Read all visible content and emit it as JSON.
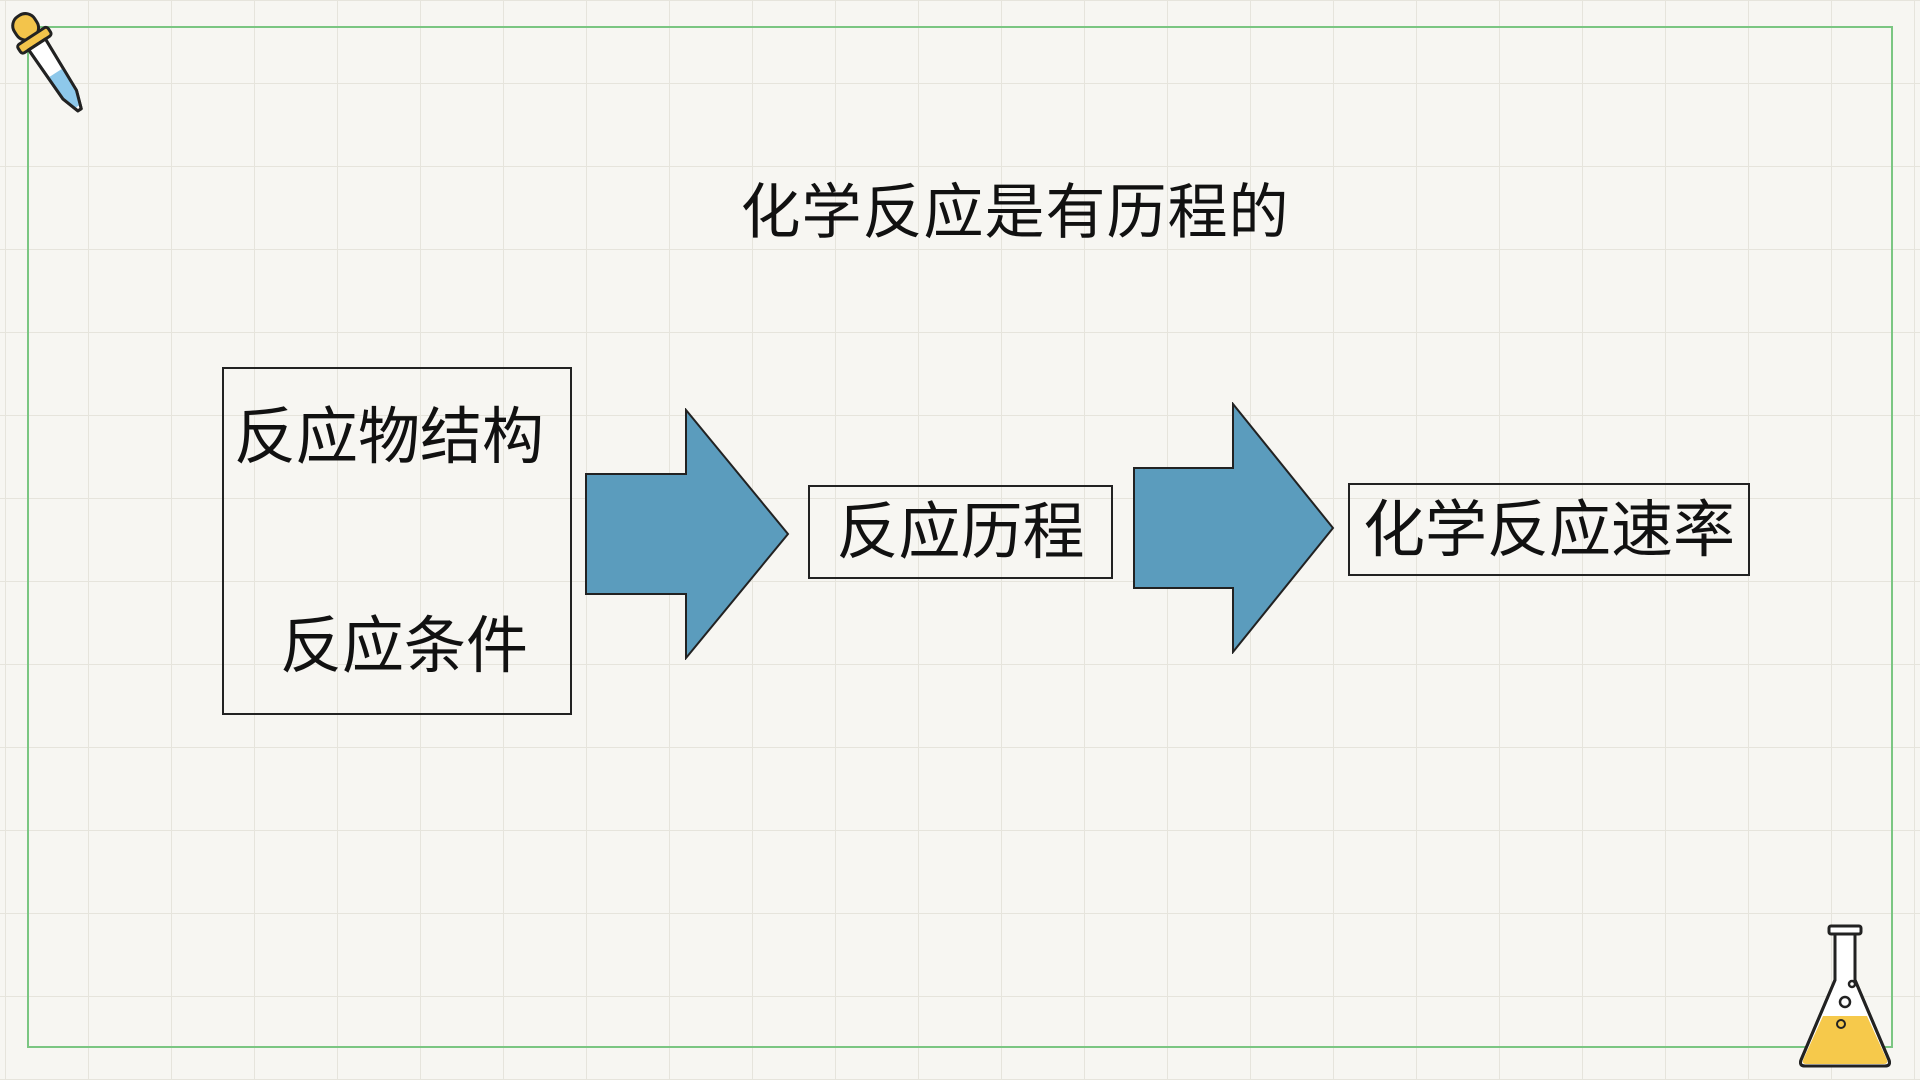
{
  "slide": {
    "title": "化学反应是有历程的"
  },
  "diagram": {
    "inputs": {
      "line1": "反应物结构",
      "line2": "反应条件"
    },
    "process": "反应历程",
    "outcome": "化学反应速率"
  },
  "colors": {
    "arrow_fill": "#5b9cbd",
    "frame_border": "#7bc682",
    "grid_line": "#e6e4dc",
    "background": "#f7f6f2"
  },
  "icons": {
    "top_left": "dropper-icon",
    "bottom_right": "flask-icon"
  }
}
